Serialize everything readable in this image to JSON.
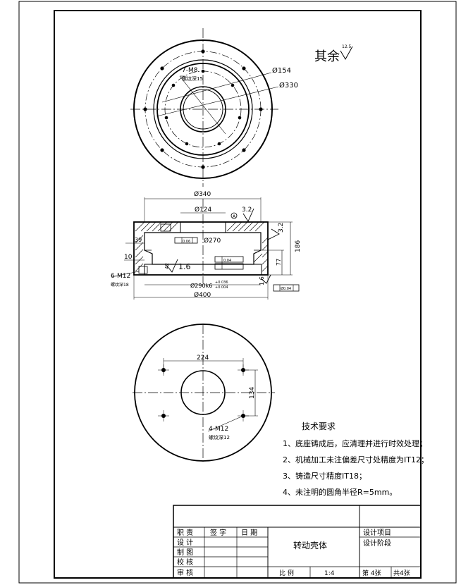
{
  "roughness": {
    "label": "其余",
    "value": "12.5"
  },
  "top_view": {
    "hole_spec": "7-M8",
    "hole_depth": "螺纹深15",
    "dia_inner": "Ø154",
    "dia_outer": "Ø330"
  },
  "section_view": {
    "dia_340": "Ø340",
    "dia_124": "Ø124",
    "dia_270": "Ø270",
    "dia_290": "Ø290k6",
    "fit_upper": "+0.036",
    "fit_lower": "+0.004",
    "dia_400": "Ø400",
    "rough_top": "3.2",
    "rough_right": "3.2",
    "rough_mid": "1.6",
    "rough_bottom": "1.6",
    "datum_a": "A",
    "dim_39": "39",
    "dim_10": "10",
    "dim_42": "42",
    "dim_186": "186",
    "dim_77": "77",
    "hole_spec": "6-M12",
    "hole_depth": "螺纹深18",
    "tol_1": "0.06",
    "tol_2": "0.04",
    "tol_3": "Ø0.04"
  },
  "bottom_view": {
    "dim_224": "224",
    "dim_134": "134",
    "hole_spec": "4-M12",
    "hole_depth": "螺纹深12"
  },
  "notes": {
    "title": "技术要求",
    "items": [
      "1、底座铸成后，应清理并进行时效处理；",
      "2、机械加工未注偏差尺寸处精度为IT12；",
      "3、铸造尺寸精度IT18；",
      "4、未注明的圆角半径R=5mm。"
    ]
  },
  "title_block": {
    "col_labels": [
      "职 责",
      "签 字",
      "日 期"
    ],
    "rows": [
      "设 计",
      "制 图",
      "校 核",
      "审 核"
    ],
    "part_name": "转动壳体",
    "project_label": "设计项目",
    "stage_label": "设计阶段",
    "scale_label": "比 例",
    "scale_value": "1:4",
    "sheet_info": "第 4张",
    "total_info": "共4张"
  }
}
